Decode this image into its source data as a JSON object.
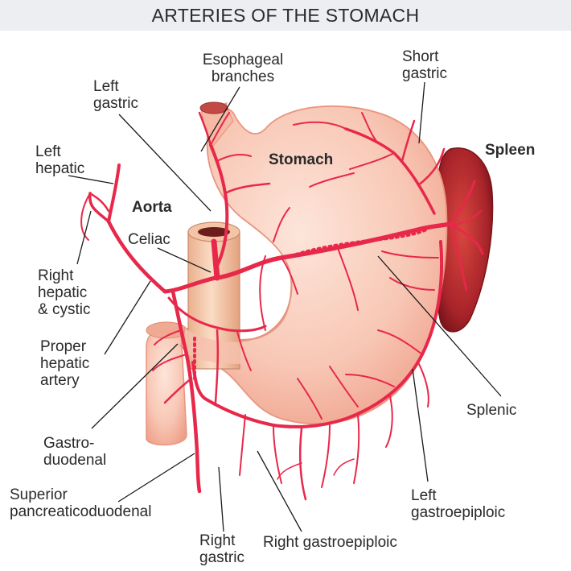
{
  "title": "ARTERIES OF THE STOMACH",
  "labels": {
    "esophageal_1": "Esophageal",
    "esophageal_2": "branches",
    "short_gastric_1": "Short",
    "short_gastric_2": "gastric",
    "left_gastric_1": "Left",
    "left_gastric_2": "gastric",
    "left_hepatic_1": "Left",
    "left_hepatic_2": "hepatic",
    "stomach": "Stomach",
    "spleen": "Spleen",
    "aorta": "Aorta",
    "celiac": "Celiac",
    "right_hepatic_1": "Right",
    "right_hepatic_2": "hepatic",
    "right_hepatic_3": "& cystic",
    "proper_hepatic_1": "Proper",
    "proper_hepatic_2": "hepatic",
    "proper_hepatic_3": "artery",
    "splenic": "Splenic",
    "gastroduodenal_1": "Gastro-",
    "gastroduodenal_2": "duodenal",
    "sup_pancreatico_1": "Superior",
    "sup_pancreatico_2": "pancreaticoduodenal",
    "left_gastroepiploic_1": "Left",
    "left_gastroepiploic_2": "gastroepiploic",
    "right_gastric_1": "Right",
    "right_gastric_2": "gastric",
    "right_gastroepiploic": "Right gastroepiploic"
  },
  "colors": {
    "artery": "#e8284a",
    "stomach_fill": "#f7c6b4",
    "stomach_edge": "#e8957f",
    "aorta_fill": "#f3c5a6",
    "spleen_fill": "#a8242a",
    "leader_line": "#1a1a1a",
    "header_bg": "#eceef2"
  }
}
